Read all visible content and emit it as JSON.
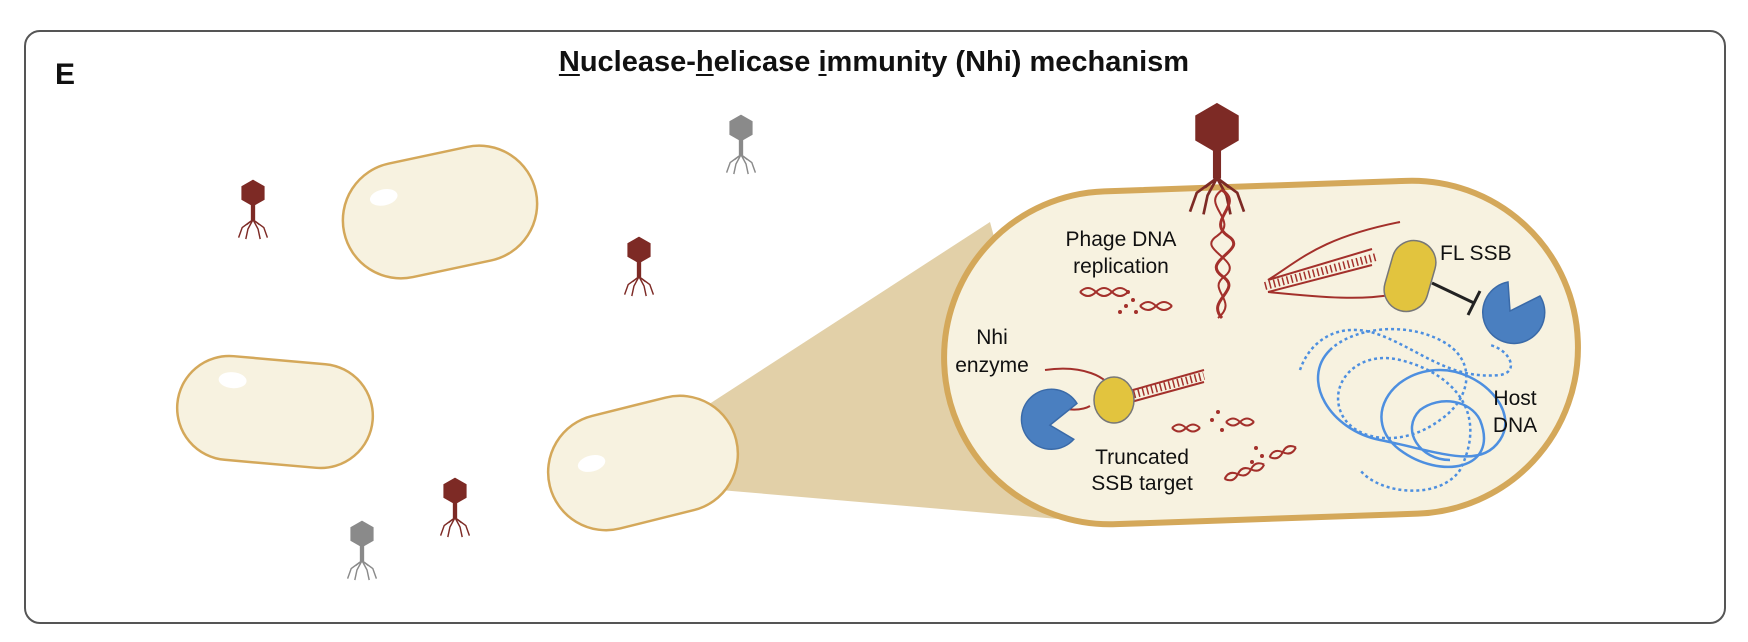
{
  "panel_letter": "E",
  "title": {
    "parts": [
      {
        "text": "N",
        "u": true
      },
      {
        "text": "uclease-",
        "u": false
      },
      {
        "text": "h",
        "u": true
      },
      {
        "text": "elicase ",
        "u": false
      },
      {
        "text": "i",
        "u": true
      },
      {
        "text": "mmunity (Nhi) mechanism",
        "u": false
      }
    ]
  },
  "labels": {
    "phage_dna_line1": "Phage DNA",
    "phage_dna_line2": "replication",
    "fl_ssb": "FL SSB",
    "nhi_line1": "Nhi",
    "nhi_line2": "enzyme",
    "truncated_line1": "Truncated",
    "truncated_line2": "SSB target",
    "host_line1": "Host",
    "host_line2": "DNA"
  },
  "colors": {
    "cell_fill": "#f7f2e0",
    "cell_stroke": "#d4a85a",
    "zoom_fill": "#e2d0a8",
    "phage_red": "#7d2a25",
    "phage_gray": "#8a8a8a",
    "dna_red": "#a3302b",
    "enzyme_yellow": "#e2c43e",
    "pacman_blue": "#4a7fc0",
    "host_dna_blue": "#4d8fe0"
  },
  "icons": [
    "phage-icon",
    "bacterium-icon",
    "pacman-nuclease-icon",
    "ssb-protein-icon",
    "host-dna-icon",
    "inhibition-arrow-icon"
  ]
}
